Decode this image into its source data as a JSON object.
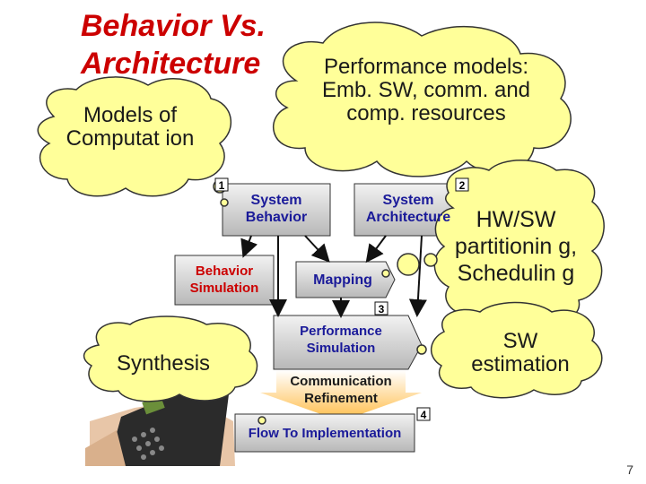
{
  "title": "Behavior Vs. Architecture",
  "clouds": {
    "performance_models": "Performance models: Emb. SW, comm. and comp. resources",
    "models_of_computation": "Models of Computat ion",
    "hw_sw_partitioning": "HW/SW partitionin g, Schedulin g",
    "sw_estimation": "SW estimation"
  },
  "boxes": {
    "system_behavior": "System Behavior",
    "system_architecture": "System Architecture",
    "behavior_simulation": "Behavior Simulation",
    "mapping": "Mapping",
    "performance_simulation": "Performance Simulation",
    "communication_refinement": "Communication Refinement",
    "flow_to_implementation": "Flow To Implementation"
  },
  "labels": {
    "synthesis": "Synthesis"
  },
  "step_numbers": [
    "1",
    "2",
    "3",
    "4"
  ],
  "page_number": "7",
  "colors": {
    "cloud_fill": "#ffff99",
    "box_fill": "#cfcfcf",
    "title": "#cc0000",
    "box_text": "#1a1a99",
    "behavior_sim_text": "#cc0000",
    "arrow_fill": "#ffcc66"
  }
}
